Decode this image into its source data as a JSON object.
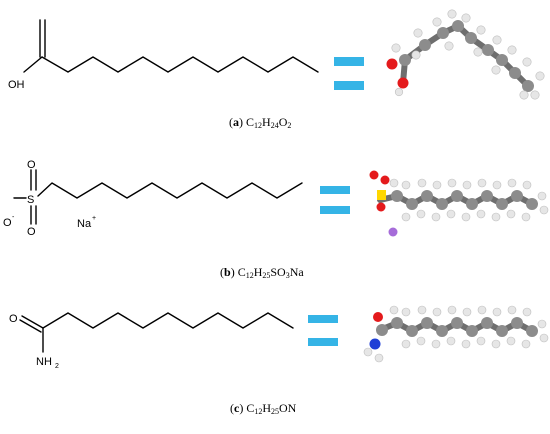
{
  "panels": [
    {
      "id": "a",
      "caption": {
        "letter": "a",
        "formula": [
          [
            "C",
            ""
          ],
          [
            "12",
            "sub"
          ],
          [
            "H",
            ""
          ],
          [
            "24",
            "sub"
          ],
          [
            "O",
            ""
          ],
          [
            "2",
            "sub"
          ]
        ]
      },
      "labels": {
        "oh": "OH"
      },
      "model_colors": {
        "carbon": "#8c8c8c",
        "hydrogen": "#e6e6e6",
        "oxygen": "#e41a1c"
      }
    },
    {
      "id": "b",
      "caption": {
        "letter": "b",
        "formula": [
          [
            "C",
            ""
          ],
          [
            "12",
            "sub"
          ],
          [
            "H",
            ""
          ],
          [
            "25",
            "sub"
          ],
          [
            "SO",
            ""
          ],
          [
            "3",
            "sub"
          ],
          [
            "Na",
            ""
          ]
        ]
      },
      "labels": {
        "o_minus": "O",
        "o_minus_charge": "-",
        "s": "S",
        "o1": "O",
        "o2": "O",
        "na": "Na",
        "na_charge": "+"
      },
      "model_colors": {
        "carbon": "#8c8c8c",
        "hydrogen": "#e6e6e6",
        "oxygen": "#e41a1c",
        "sulfur": "#ffd700",
        "sodium": "#a66cd9"
      }
    },
    {
      "id": "c",
      "caption": {
        "letter": "c",
        "formula": [
          [
            "C",
            ""
          ],
          [
            "12",
            "sub"
          ],
          [
            "H",
            ""
          ],
          [
            "25",
            "sub"
          ],
          [
            "ON",
            ""
          ]
        ]
      },
      "labels": {
        "o": "O",
        "nh": "NH",
        "nh_sub": "2"
      },
      "model_colors": {
        "carbon": "#8c8c8c",
        "hydrogen": "#e6e6e6",
        "oxygen": "#e41a1c",
        "nitrogen": "#1f3fd6"
      }
    }
  ],
  "equals_color": "#35b4e6"
}
